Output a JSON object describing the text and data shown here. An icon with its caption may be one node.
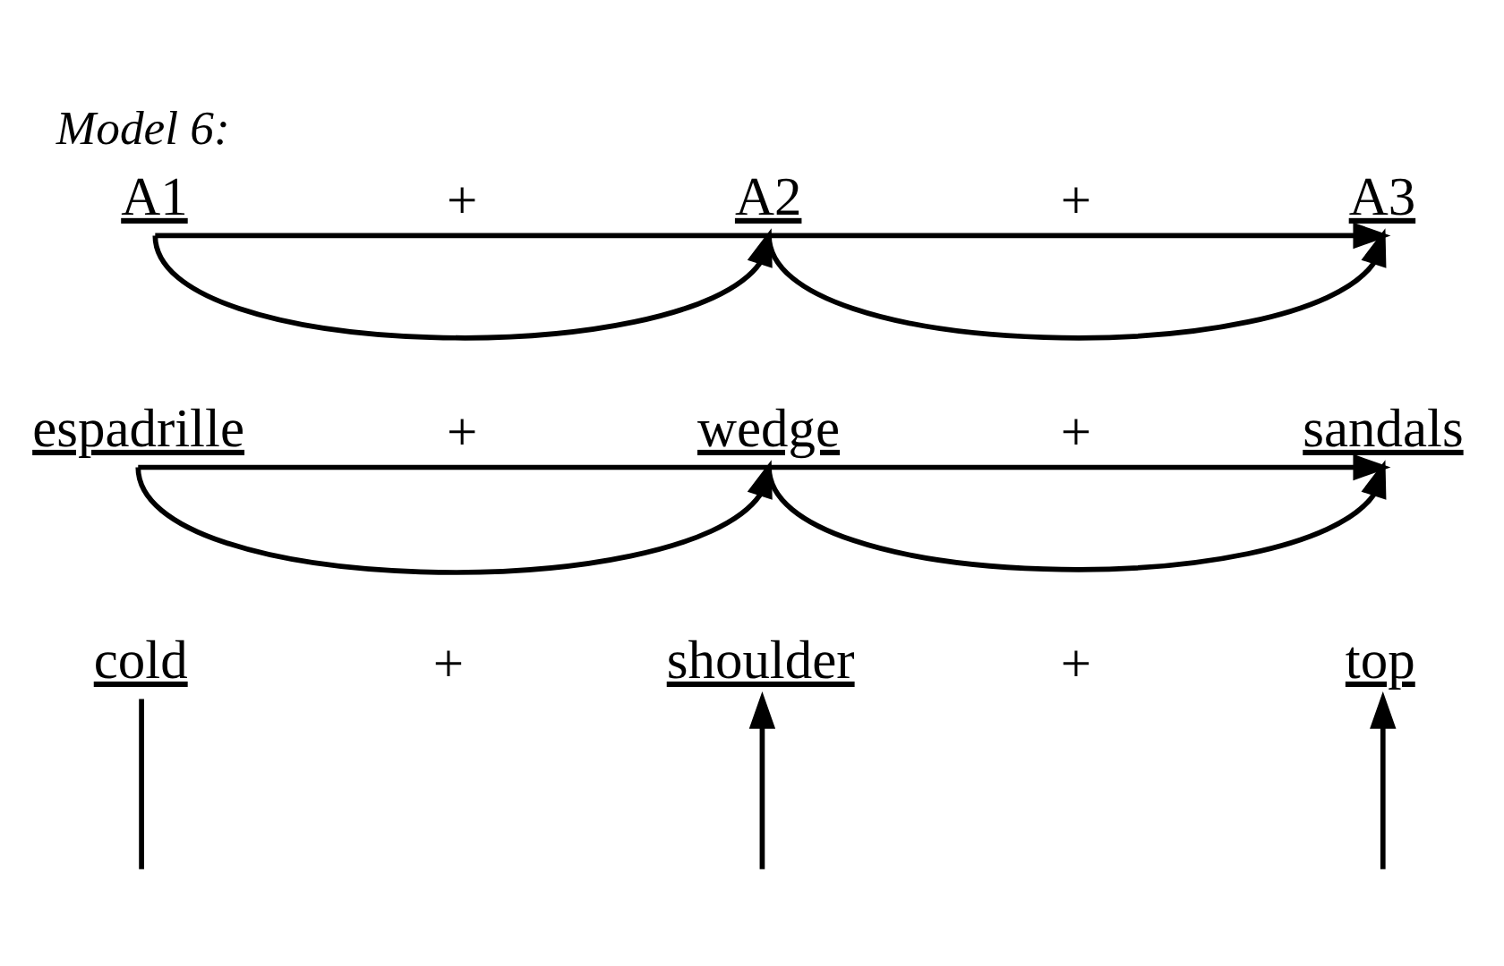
{
  "diagram": {
    "title": "Model 6:",
    "nodes": [
      {
        "text": [
          "A1"
        ]
      },
      {
        "text": [
          "A2"
        ]
      },
      {
        "text": [
          "A3"
        ]
      },
      {
        "text": [
          "espadrille"
        ]
      },
      {
        "text": [
          "wedge"
        ]
      },
      {
        "text": [
          "sandals"
        ]
      },
      {
        "text": [
          "cold"
        ]
      },
      {
        "text": [
          "shoulder"
        ]
      },
      {
        "text": [
          "top"
        ]
      }
    ],
    "edges": [
      {
        "from": 0,
        "to": 1,
        "arrow": "to"
      },
      {
        "from": 0,
        "to": 2,
        "arrow": "to"
      },
      {
        "from": 1,
        "to": 2,
        "arrow": "to"
      },
      {
        "from": 3,
        "to": 4,
        "arrow": "to"
      },
      {
        "from": 3,
        "to": 5,
        "arrow": "to"
      },
      {
        "from": 4,
        "to": 5,
        "arrow": "to"
      },
      {
        "from": 6,
        "to": null,
        "arrow": "none"
      },
      {
        "from": null,
        "to": 7,
        "arrow": "to"
      },
      {
        "from": null,
        "to": 8,
        "arrow": "to"
      }
    ],
    "labels": [
      "+",
      "+",
      "+",
      "+",
      "+",
      "+"
    ]
  }
}
